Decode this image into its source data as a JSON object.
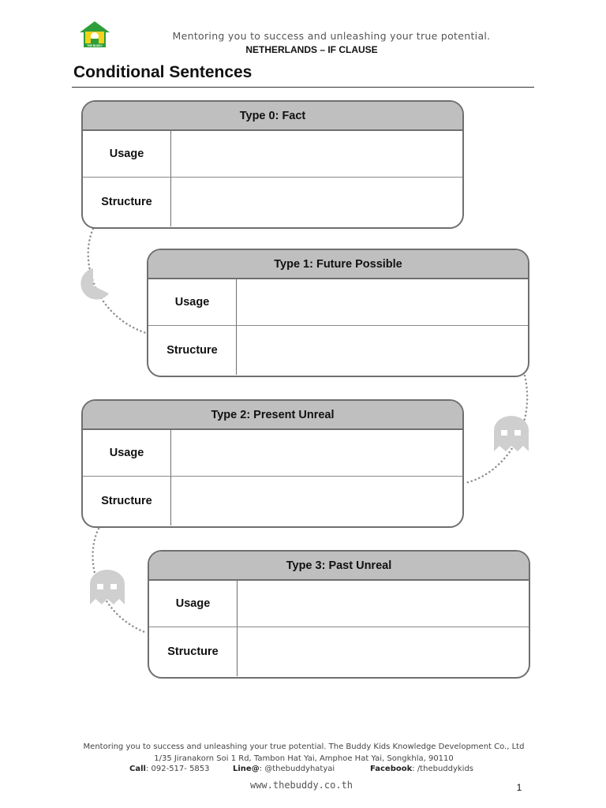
{
  "header": {
    "logo_text": "THE BUDDY",
    "tagline": "Mentoring you to success and unleashing your true potential.",
    "subtitle": "NETHERLANDS – IF CLAUSE"
  },
  "title": "Conditional Sentences",
  "types": [
    {
      "heading": "Type 0: Fact",
      "usage_label": "Usage",
      "structure_label": "Structure"
    },
    {
      "heading": "Type 1: Future Possible",
      "usage_label": "Usage",
      "structure_label": "Structure"
    },
    {
      "heading": "Type 2: Present Unreal",
      "usage_label": "Usage",
      "structure_label": "Structure"
    },
    {
      "heading": "Type 3: Past Unreal",
      "usage_label": "Usage",
      "structure_label": "Structure"
    }
  ],
  "footer": {
    "line1": "Mentoring you to success and unleashing your true potential. The Buddy Kids Knowledge Development Co., Ltd",
    "line2": "1/35 Jiranakorn Soi 1 Rd, Tambon Hat Yai, Amphoe Hat Yai, Songkhla, 90110",
    "call_label": "Call",
    "call_value": ": 092-517- 5853",
    "line_label": "Line@",
    "line_value": ": @thebuddyhatyai",
    "facebook_label": "Facebook",
    "facebook_value": ": /thebuddykids",
    "website": "www.thebuddy.co.th"
  },
  "page_number": "1",
  "colors": {
    "header_fill": "#bfbfbf",
    "border": "#6f6f6f",
    "logo_roof": "#2e9e3a",
    "logo_body": "#f3d21a",
    "ghost": "#cfcfcf"
  }
}
